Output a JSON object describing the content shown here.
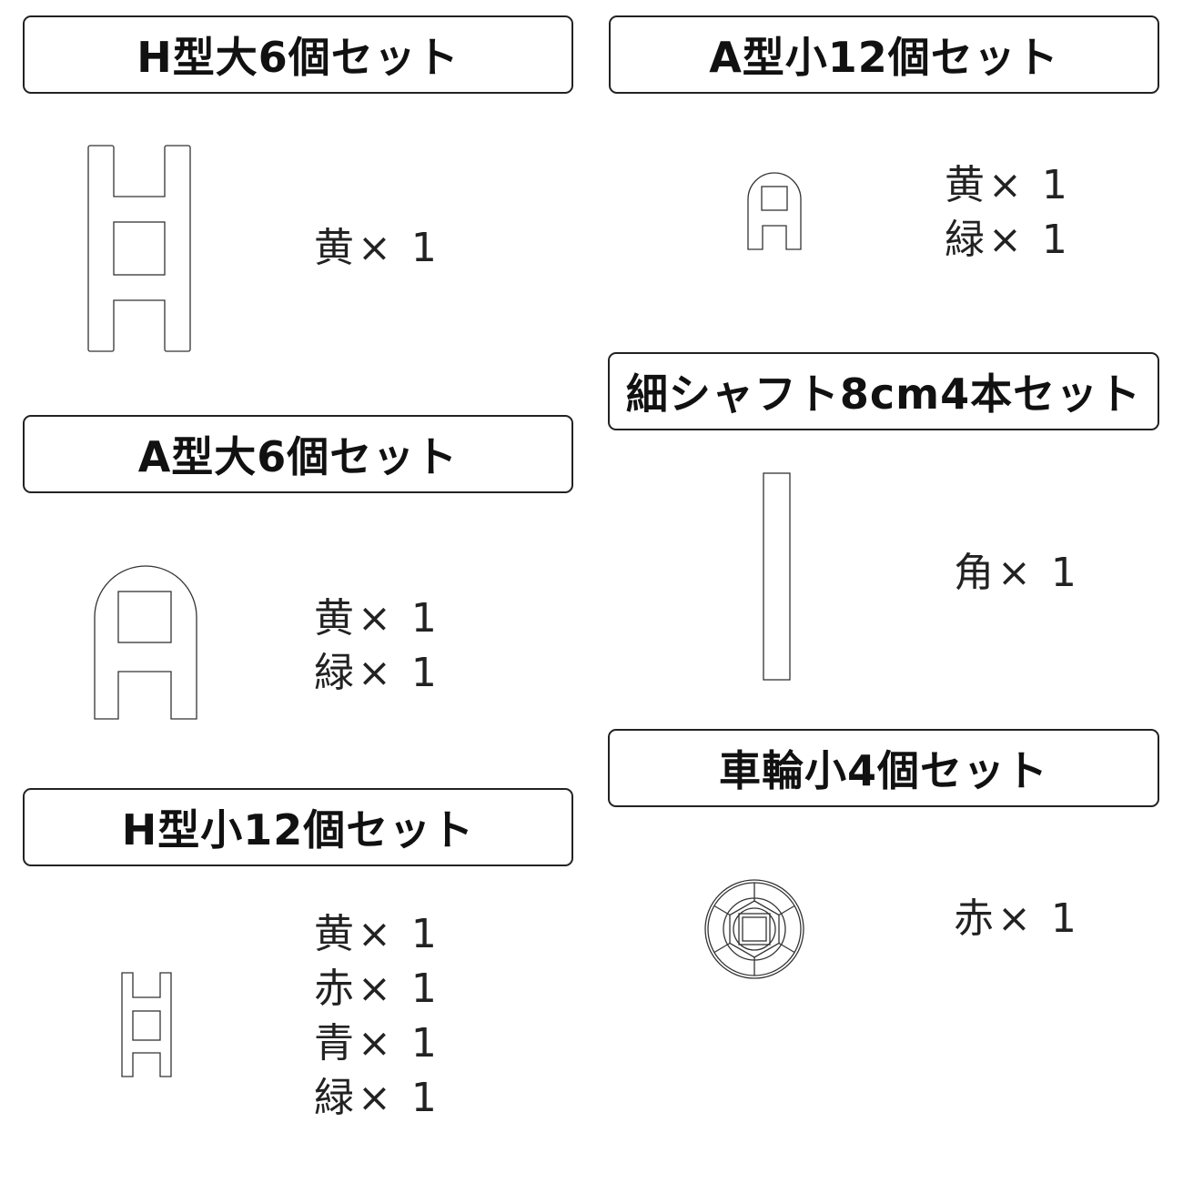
{
  "sets": [
    {
      "id": "h-large",
      "title": "H型大6個セット",
      "icon": "h-piece-large-icon",
      "items": [
        {
          "text": "黄× 1"
        }
      ]
    },
    {
      "id": "a-small",
      "title": "A型小12個セット",
      "icon": "a-piece-small-icon",
      "items": [
        {
          "text": "黄× 1"
        },
        {
          "text": "緑× 1"
        }
      ]
    },
    {
      "id": "a-large",
      "title": "A型大6個セット",
      "icon": "a-piece-large-icon",
      "items": [
        {
          "text": "黄× 1"
        },
        {
          "text": "緑× 1"
        }
      ]
    },
    {
      "id": "shaft",
      "title": "細シャフト8cm4本セット",
      "icon": "shaft-icon",
      "items": [
        {
          "text": "角× 1"
        }
      ]
    },
    {
      "id": "h-small",
      "title": "H型小12個セット",
      "icon": "h-piece-small-icon",
      "items": [
        {
          "text": "黄× 1"
        },
        {
          "text": "赤× 1"
        },
        {
          "text": "青× 1"
        },
        {
          "text": "緑× 1"
        }
      ]
    },
    {
      "id": "wheel",
      "title": "車輪小4個セット",
      "icon": "wheel-icon",
      "items": [
        {
          "text": "赤× 1"
        }
      ]
    }
  ]
}
